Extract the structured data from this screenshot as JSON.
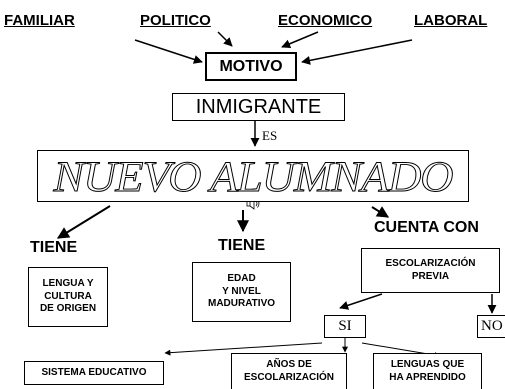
{
  "factors": [
    "FAMILIAR",
    "POLITICO",
    "ECONOMICO",
    "LABORAL"
  ],
  "motivo": "MOTIVO",
  "inmigrante": "INMIGRANTE",
  "es_label": "ES",
  "banner": "NUEVO ALUMNADO",
  "branches": {
    "left": {
      "heading": "TIENE",
      "box": [
        "LENGUA Y",
        "CULTURA",
        "DE ORIGEN"
      ]
    },
    "middle": {
      "heading": "TIENE",
      "box": [
        "EDAD",
        "Y NIVEL",
        "MADURATIVO"
      ]
    },
    "right": {
      "heading": "CUENTA CON",
      "box": [
        "ESCOLARIZACIÓN",
        "PREVIA"
      ]
    }
  },
  "si_label": "SI",
  "no_label": "NO",
  "bottom": {
    "sistema": "SISTEMA EDUCATIVO",
    "anos": [
      "AÑOS DE",
      "ESCOLARIZACIÓN"
    ],
    "lenguas": [
      "LENGUAS QUE",
      "HA APRENDIDO"
    ]
  }
}
